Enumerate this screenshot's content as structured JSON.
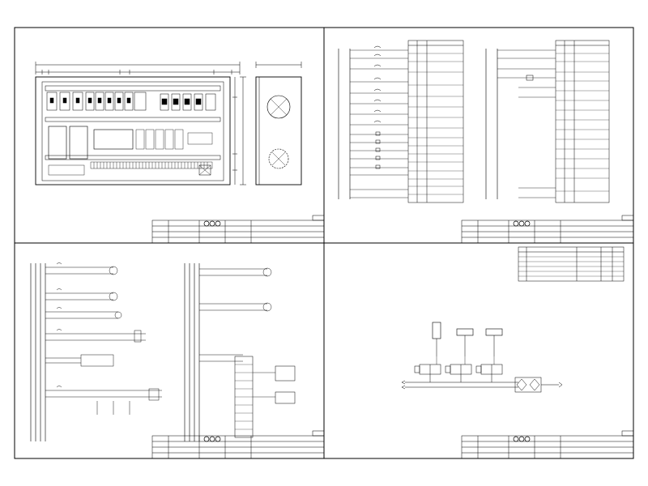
{
  "drawing_set": {
    "sheet_count": 4,
    "line_color": "#000000",
    "background_color": "#ffffff"
  },
  "sheets": [
    {
      "id": "panel-layout",
      "title_block": {
        "project_title": "",
        "drawing_title": "",
        "company": "",
        "drawing_number": "",
        "sheet_number": ""
      },
      "dimension_labels": {
        "overall_width": "",
        "side_width": "",
        "overall_height": ""
      },
      "component_labels": []
    },
    {
      "id": "plc-io-wiring",
      "title_block": {
        "project_title": "",
        "drawing_title": "",
        "company": "",
        "drawing_number": "",
        "sheet_number": ""
      },
      "io_table_left": {
        "headers": [],
        "rows": []
      },
      "io_table_right": {
        "headers": [],
        "rows": []
      }
    },
    {
      "id": "power-wiring",
      "title_block": {
        "project_title": "",
        "drawing_title": "",
        "company": "",
        "drawing_number": "",
        "sheet_number": ""
      },
      "circuit_labels": []
    },
    {
      "id": "pneumatic",
      "title_block": {
        "project_title": "",
        "drawing_title": "",
        "company": "",
        "drawing_number": "",
        "sheet_number": ""
      },
      "parts_list": {
        "headers": [],
        "rows": []
      },
      "cylinder_labels": []
    }
  ]
}
